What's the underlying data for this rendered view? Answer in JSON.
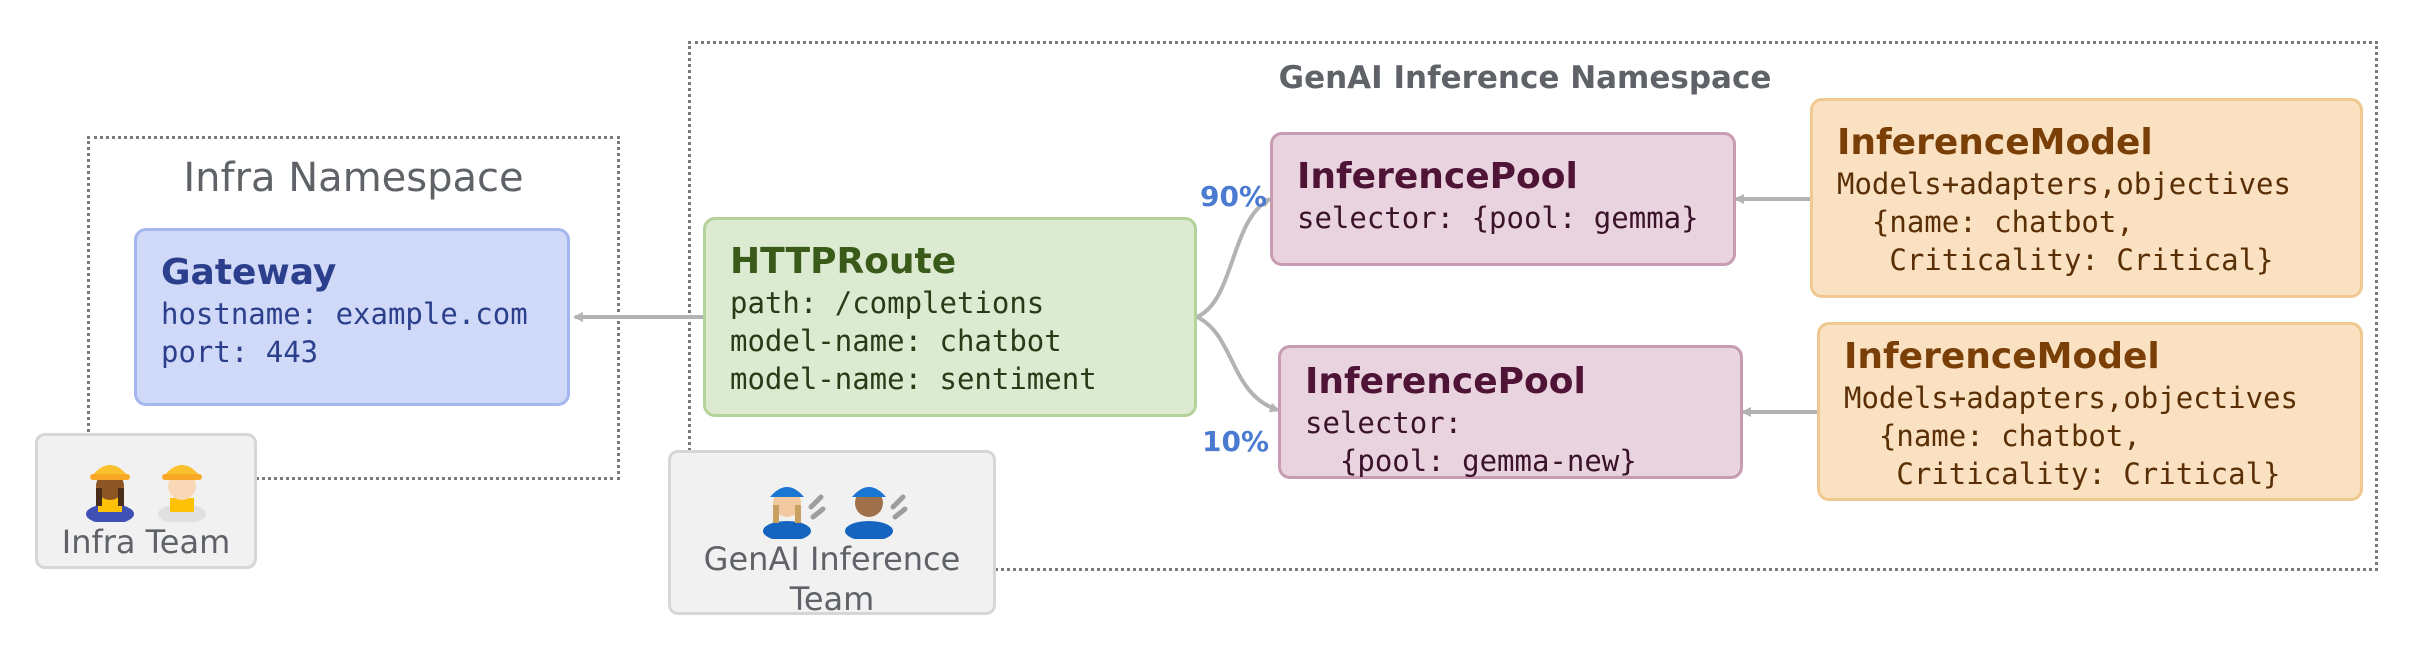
{
  "infra_namespace": {
    "title": "Infra Namespace"
  },
  "genai_namespace": {
    "title": "GenAI Inference Namespace"
  },
  "gateway": {
    "title": "Gateway",
    "lines": [
      "hostname: example.com",
      "port: 443"
    ]
  },
  "httproute": {
    "title": "HTTPRoute",
    "lines": [
      "path: /completions",
      "model-name: chatbot",
      "model-name: sentiment"
    ]
  },
  "pool_primary": {
    "title": "InferencePool",
    "lines": [
      "selector: {pool: gemma}"
    ],
    "traffic": "90%"
  },
  "pool_new": {
    "title": "InferencePool",
    "lines": [
      "selector:",
      "  {pool: gemma-new}"
    ],
    "traffic": "10%"
  },
  "model_primary": {
    "title": "InferenceModel",
    "lines": [
      "Models+adapters,objectives",
      "  {name: chatbot,",
      "   Criticality: Critical}"
    ]
  },
  "model_new": {
    "title": "InferenceModel",
    "lines": [
      "Models+adapters,objectives",
      "  {name: chatbot,",
      "   Criticality: Critical}"
    ]
  },
  "infra_team": {
    "label": "Infra Team",
    "icons": [
      "construction-worker-woman-icon",
      "construction-worker-man-icon"
    ]
  },
  "genai_team": {
    "label_line1": "GenAI Inference",
    "label_line2": "Team",
    "icons": [
      "mechanic-woman-icon",
      "mechanic-man-icon"
    ]
  },
  "colors": {
    "gateway": "#d0d9f7",
    "httproute": "#dcead2",
    "pool": "#e8d3de",
    "model": "#f9e1c1",
    "arrow": "#b3b3b3",
    "percent": "#4a7bd0"
  }
}
